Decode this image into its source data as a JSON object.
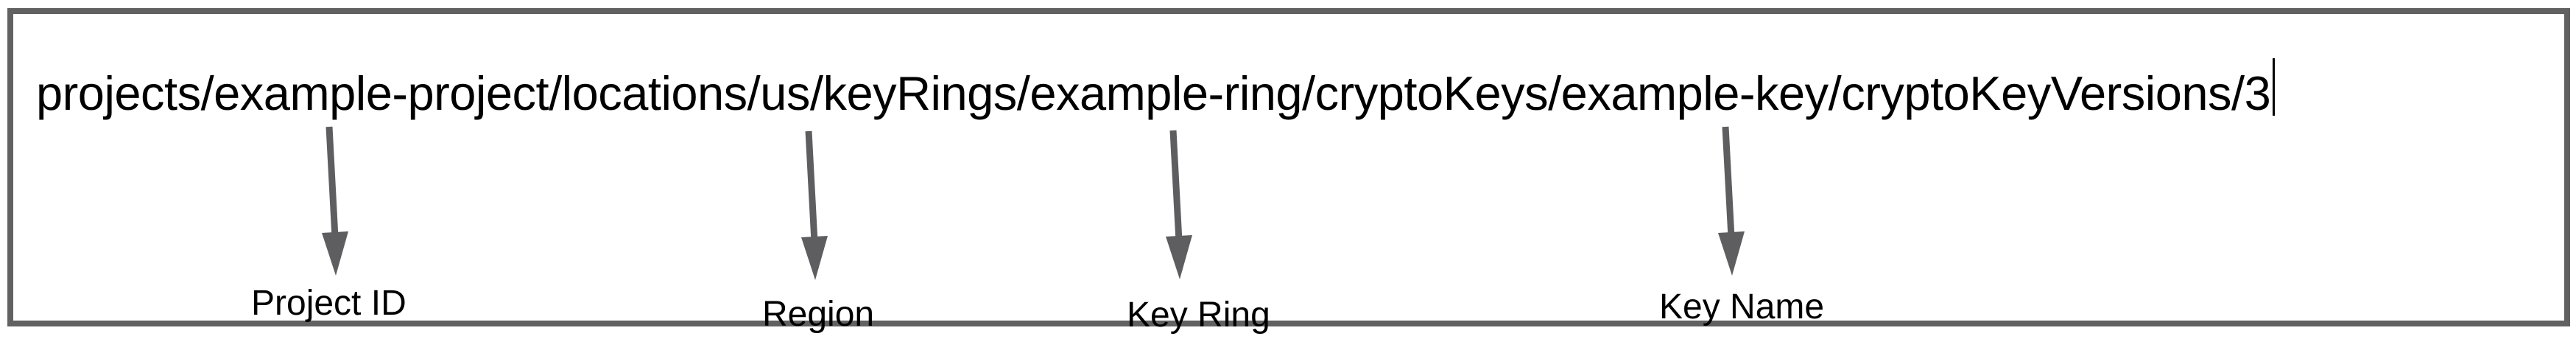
{
  "colors": {
    "arrow": "#5e5e60",
    "border": "#616161",
    "text": "#000000"
  },
  "path_field": {
    "value": "projects/example-project/locations/us/keyRings/example-ring/cryptoKeys/example-key/cryptoKeyVersions/3"
  },
  "annotations": [
    {
      "label": "Project ID",
      "points_to": "example-project"
    },
    {
      "label": "Region",
      "points_to": "us"
    },
    {
      "label": "Key Ring",
      "points_to": "example-ring"
    },
    {
      "label": "Key Name",
      "points_to": "example-key"
    }
  ]
}
